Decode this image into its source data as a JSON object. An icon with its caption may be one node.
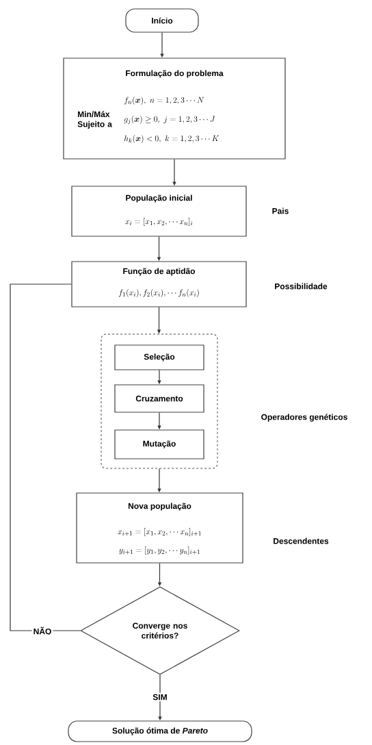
{
  "diagram": {
    "nodes": [
      {
        "text": [
          "Início"
        ]
      },
      {
        "text": [
          "Formulação do problema",
          "Min/Máx Sujeito a",
          "f_n(\\boldsymbol{x}),\\ n = 1, 2, 3 \\cdots N",
          "g_j(\\boldsymbol{x}) \\geq 0,\\ j = 1,2,3 \\cdots J",
          "h_k(\\boldsymbol{x}) < 0,\\ k = 1,2,3 \\cdots K"
        ]
      },
      {
        "text": [
          "População inicial",
          "x_i = [x_1, x_2, \\cdots x_n]_i"
        ],
        "beside": [
          "Pais"
        ]
      },
      {
        "text": [
          "Função de aptidão",
          "f_1(x_i), f_2(x_i), \\cdots f_n(x_i)"
        ],
        "beside": [
          "Possibilidade"
        ]
      },
      {
        "text": [],
        "shape": "box"
      },
      {
        "text": [
          "Seleção"
        ],
        "in": 4
      },
      {
        "text": [
          "Cruzamento"
        ],
        "in": 4
      },
      {
        "text": [
          "Mutação"
        ],
        "in": 4
      },
      {
        "text": [
          "Nova população",
          "x_{i+1} = [x_1, x_2, \\cdots x_n]_{i+1}",
          "y_{i+1} = [y_1, y_2, \\cdots y_n]_{i+1}"
        ],
        "beside": [
          "Descendentes"
        ]
      },
      {
        "text": [
          "Converge nos critérios?"
        ]
      },
      {
        "text": [
          "Solução ótima de *Pareto*"
        ]
      }
    ],
    "edges": [
      {
        "from": 0,
        "to": 1,
        "arrow": "to"
      },
      {
        "from": 1,
        "to": 2,
        "arrow": "to"
      },
      {
        "from": 2,
        "to": 3,
        "arrow": "to"
      },
      {
        "from": 3,
        "to": 4,
        "arrow": "to"
      },
      {
        "from": 5,
        "to": 6,
        "arrow": "to"
      },
      {
        "from": 6,
        "to": 7,
        "arrow": "to"
      },
      {
        "from": 4,
        "to": 8,
        "arrow": "to"
      },
      {
        "from": 8,
        "to": 9,
        "arrow": "to"
      },
      {
        "from": 9,
        "to": 3,
        "arrow": "none",
        "label": "NÃO"
      },
      {
        "from": 9,
        "to": 10,
        "arrow": "to",
        "label": "SIM"
      }
    ],
    "labels": [
      "Operadores genéticos"
    ]
  }
}
